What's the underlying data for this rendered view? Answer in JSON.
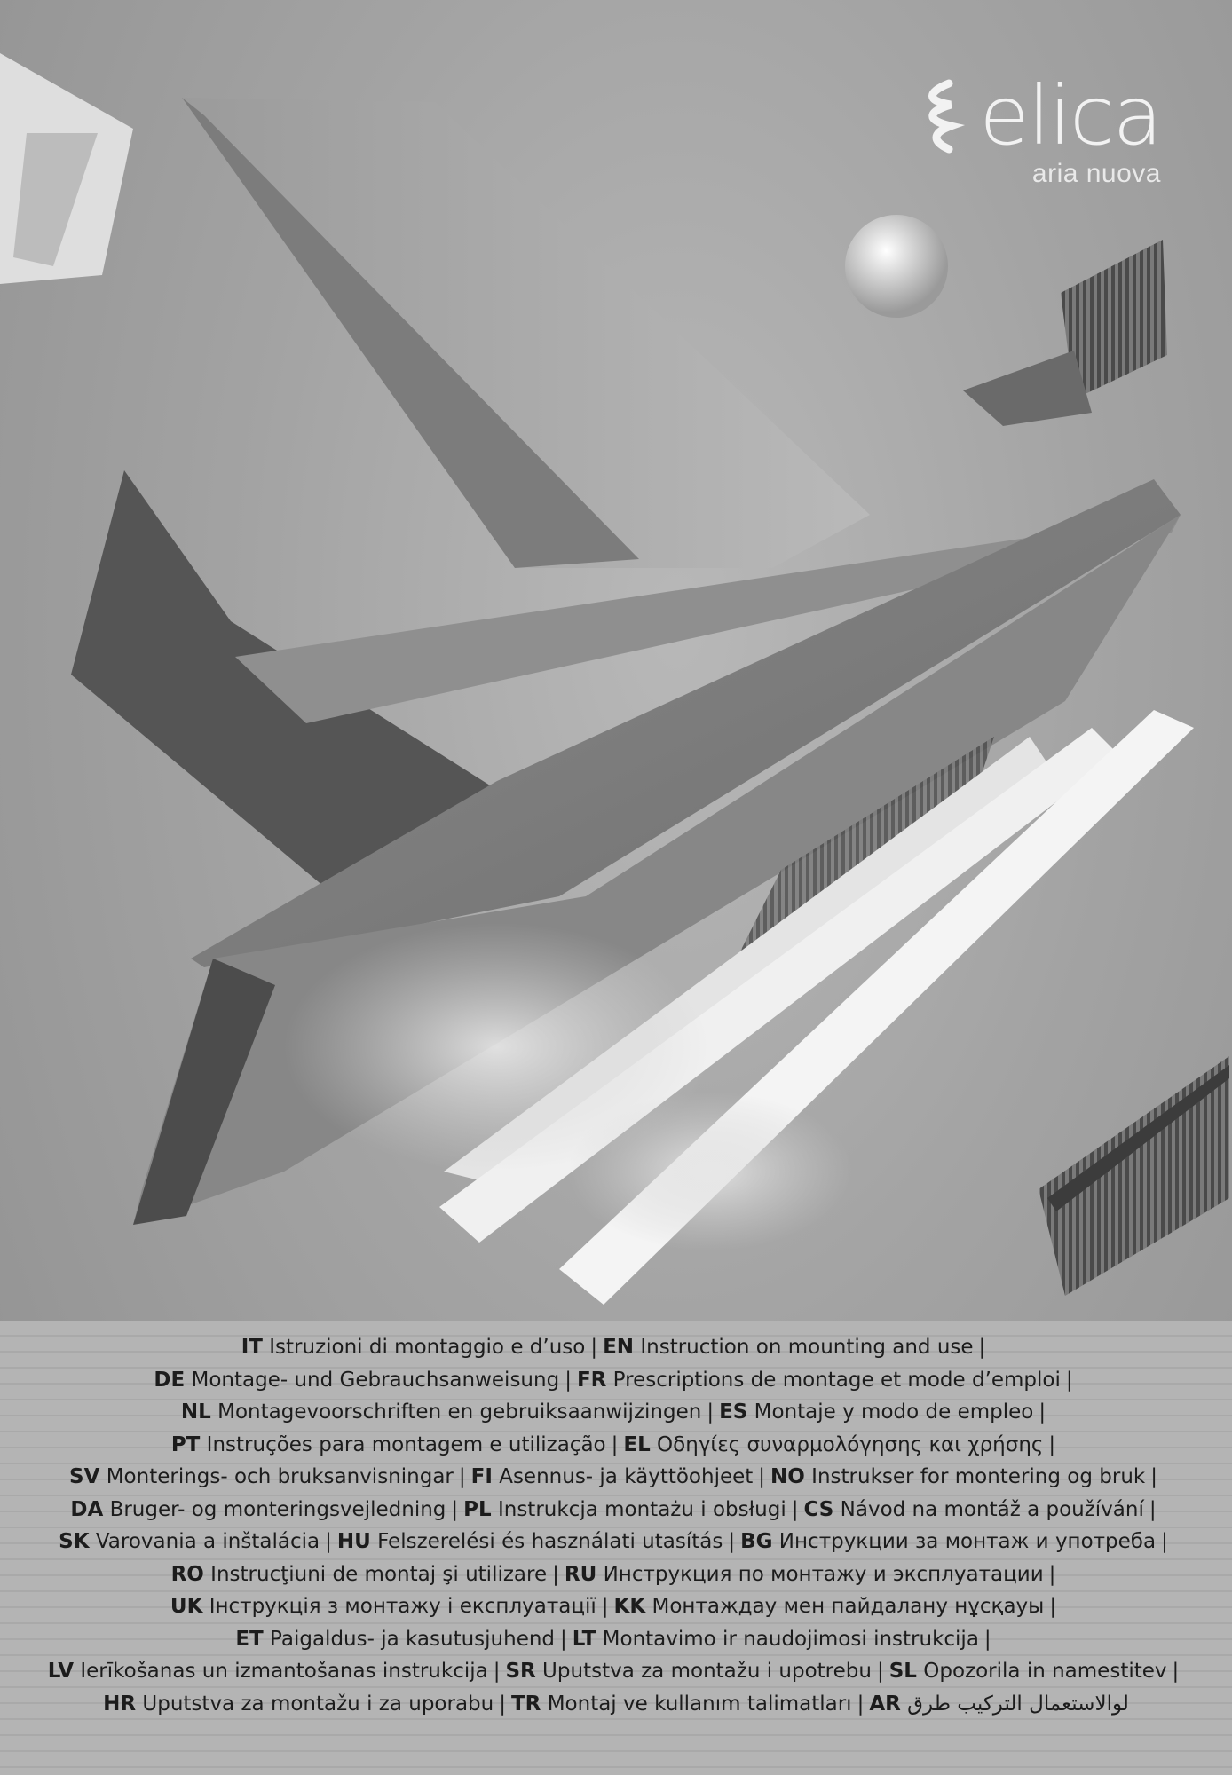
{
  "brand": {
    "logo_icon": "elica-swirl-logo",
    "name": "elica",
    "tagline": "aria nuova"
  },
  "languages": [
    [
      {
        "code": "IT",
        "text": "Istruzioni di montaggio e d’uso"
      },
      {
        "code": "EN",
        "text": "Instruction on mounting and use"
      }
    ],
    [
      {
        "code": "DE",
        "text": "Montage- und Gebrauchsanweisung"
      },
      {
        "code": "FR",
        "text": "Prescriptions de montage et mode d’emploi"
      }
    ],
    [
      {
        "code": "NL",
        "text": "Montagevoorschriften en gebruiksaanwijzingen"
      },
      {
        "code": "ES",
        "text": "Montaje y modo de empleo"
      }
    ],
    [
      {
        "code": "PT",
        "text": "Instruções para montagem e utilização"
      },
      {
        "code": "EL",
        "text": "Οδηγίες συναρμολόγησης και χρήσης"
      }
    ],
    [
      {
        "code": "SV",
        "text": "Monterings- och bruksanvisningar"
      },
      {
        "code": "FI",
        "text": "Asennus- ja käyttöohjeet"
      },
      {
        "code": "NO",
        "text": "Instrukser for montering og bruk"
      }
    ],
    [
      {
        "code": "DA",
        "text": "Bruger- og monteringsvejledning"
      },
      {
        "code": "PL",
        "text": "Instrukcja montażu i obsługi"
      },
      {
        "code": "CS",
        "text": "Návod na montáž a používání"
      }
    ],
    [
      {
        "code": "SK",
        "text": "Varovania a inštalácia"
      },
      {
        "code": "HU",
        "text": "Felszerelési és használati utasítás"
      },
      {
        "code": "BG",
        "text": "Инструкции за монтаж и употреба"
      }
    ],
    [
      {
        "code": "RO",
        "text": "Instrucţiuni de montaj şi utilizare"
      },
      {
        "code": "RU",
        "text": "Инструкция по монтажу и эксплуатации"
      }
    ],
    [
      {
        "code": "UK",
        "text": "Інструкція з монтажу і експлуатації"
      },
      {
        "code": "KK",
        "text": "Монтаждау мен пайдалану нұсқауы"
      }
    ],
    [
      {
        "code": "ET",
        "text": "Paigaldus- ja kasutusjuhend"
      },
      {
        "code": "LT",
        "text": "Montavimo ir naudojimosi instrukcija"
      }
    ],
    [
      {
        "code": "LV",
        "text": "Ierīkošanas un izmantošanas instrukcija"
      },
      {
        "code": "SR",
        "text": "Uputstva za montažu i upotrebu"
      },
      {
        "code": "SL",
        "text": "Opozorila in namestitev"
      }
    ],
    [
      {
        "code": "HR",
        "text": "Uputstva za montažu i za uporabu"
      },
      {
        "code": "TR",
        "text": "Montaj ve kullanım talimatları"
      },
      {
        "code": "AR",
        "text": "لوالاستعمال التركيب طرق"
      }
    ]
  ]
}
